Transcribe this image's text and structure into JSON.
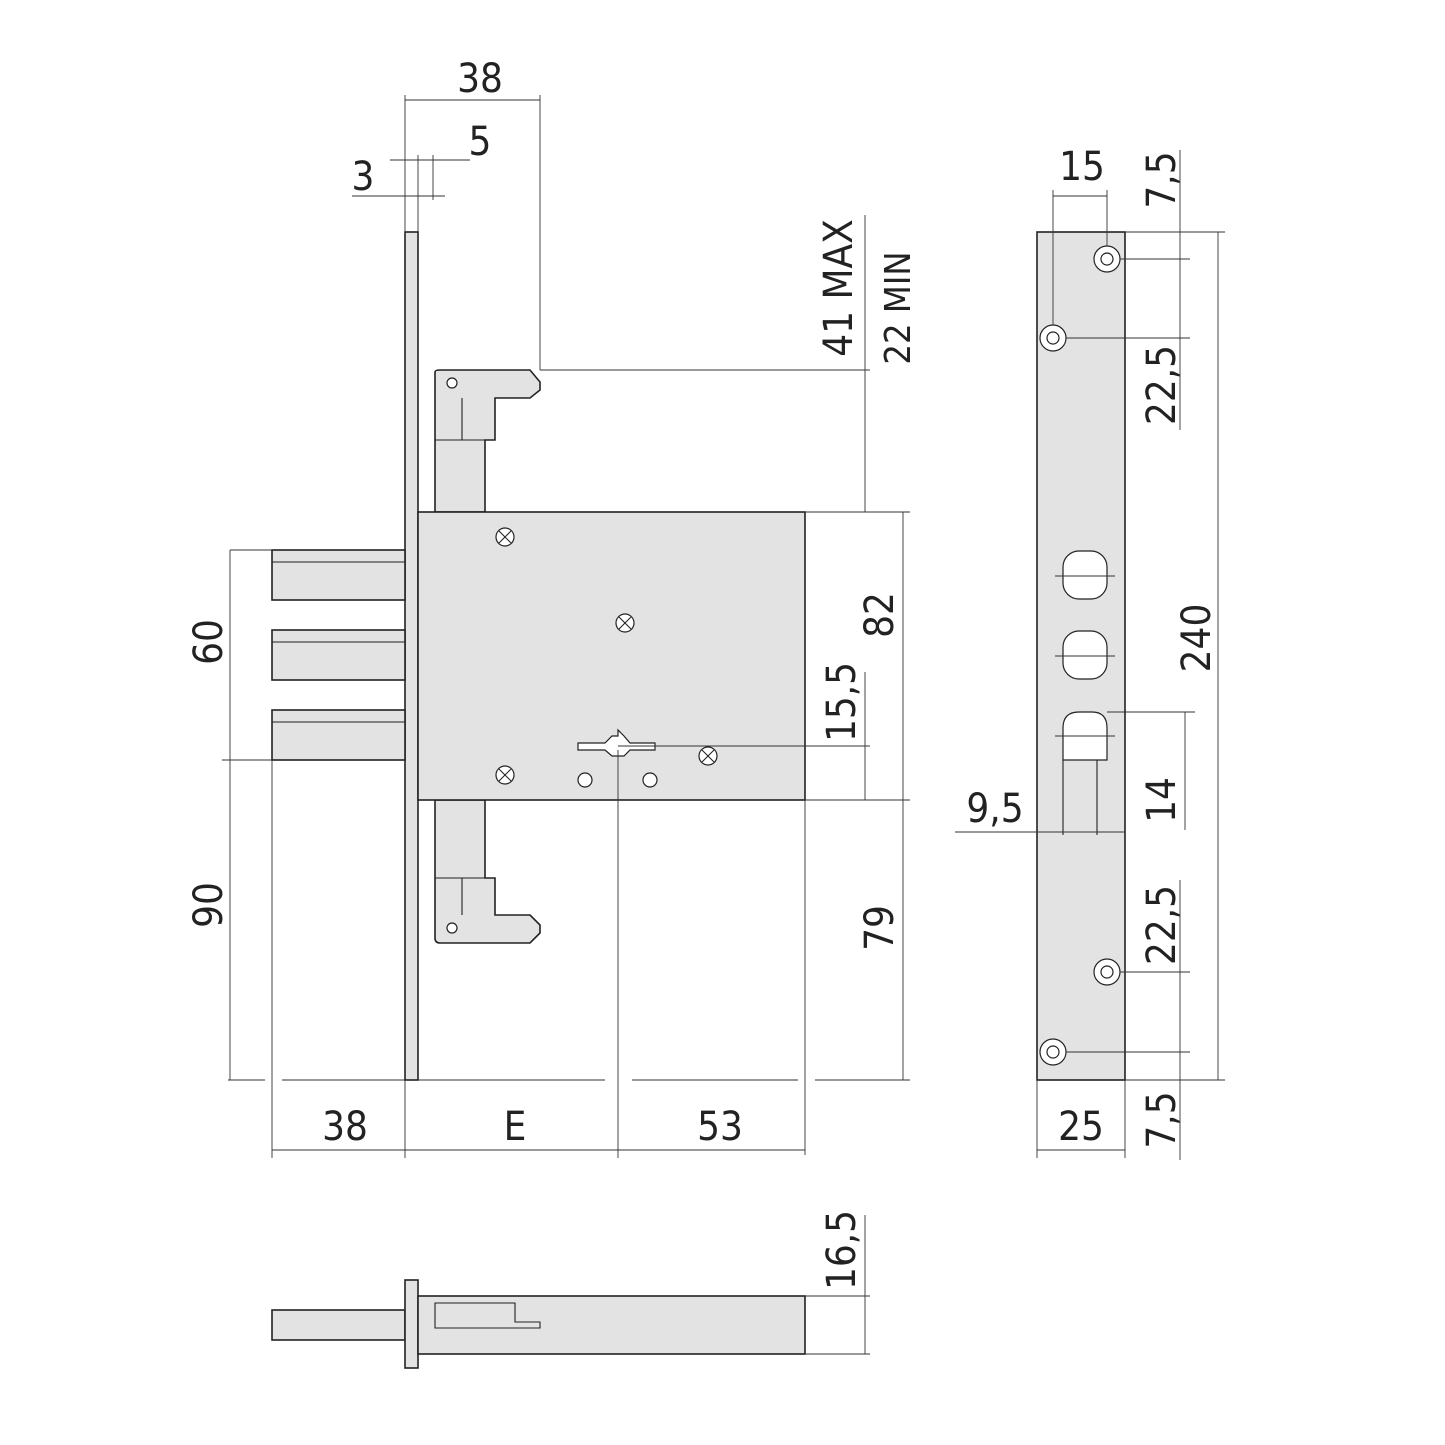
{
  "diagram": {
    "colors": {
      "part_fill": "#e3e3e3",
      "line": "#222222",
      "background": "#ffffff"
    },
    "dimensions": {
      "faceplate_to_bolt_38": "38",
      "faceplate_thickness_3": "3",
      "faceplate_offset_5": "5",
      "door_thickness_max": "41 MAX",
      "door_thickness_min": "22 MIN",
      "bolt_spacing_60": "60",
      "bolt_to_bottom_90": "90",
      "case_height_82": "82",
      "key_axis_15_5": "15,5",
      "lower_hook_79": "79",
      "bolt_throw_38": "38",
      "backset_E": "E",
      "case_depth_53": "53",
      "strike_width_15": "15",
      "strike_top_7_5": "7,5",
      "strike_top_22_5": "22,5",
      "strike_length_240": "240",
      "cylinder_slot_14": "14",
      "cylinder_offset_9_5": "9,5",
      "strike_bottom_22_5": "22,5",
      "strike_plate_25": "25",
      "strike_bottom_7_5": "7,5",
      "section_thickness_16_5": "16,5"
    }
  }
}
